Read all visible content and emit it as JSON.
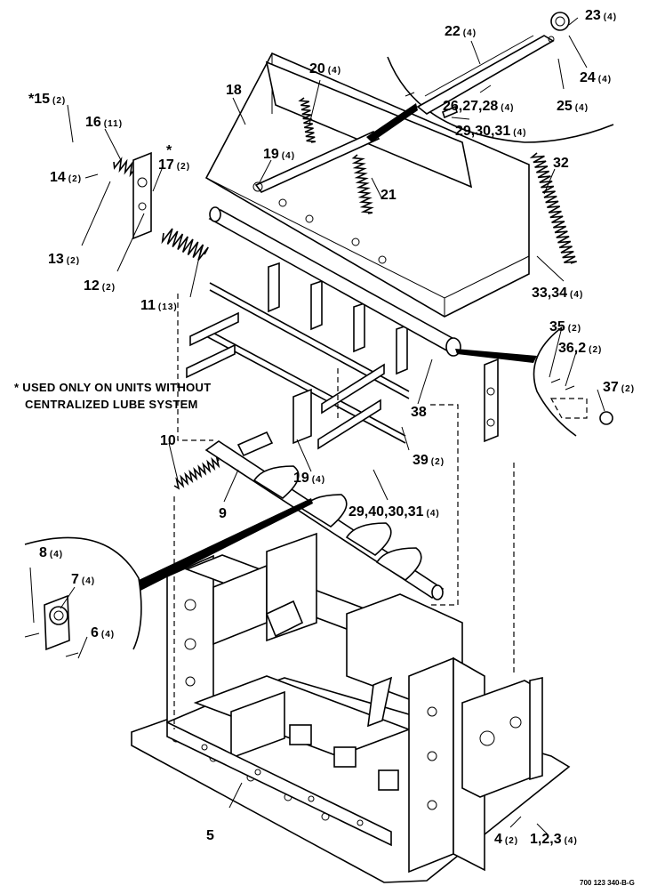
{
  "drawing_code": "700 123 340-B-G",
  "note": {
    "line1": "* USED ONLY ON UNITS WITHOUT",
    "line2": "CENTRALIZED LUBE SYSTEM"
  },
  "callouts": [
    {
      "id": "c1",
      "label": "*15",
      "qty": "(2)"
    },
    {
      "id": "c2",
      "label": "16",
      "qty": "(11)"
    },
    {
      "id": "c3",
      "label": "*",
      "qty": ""
    },
    {
      "id": "c4",
      "label": "17",
      "qty": "(2)"
    },
    {
      "id": "c5",
      "label": "14",
      "qty": "(2)"
    },
    {
      "id": "c6",
      "label": "13",
      "qty": "(2)"
    },
    {
      "id": "c7",
      "label": "12",
      "qty": "(2)"
    },
    {
      "id": "c8",
      "label": "11",
      "qty": "(13)"
    },
    {
      "id": "c9",
      "label": "18",
      "qty": ""
    },
    {
      "id": "c10",
      "label": "20",
      "qty": "(4)"
    },
    {
      "id": "c11",
      "label": "19",
      "qty": "(4)"
    },
    {
      "id": "c12",
      "label": "21",
      "qty": ""
    },
    {
      "id": "c13",
      "label": "22",
      "qty": "(4)"
    },
    {
      "id": "c14",
      "label": "23",
      "qty": "(4)"
    },
    {
      "id": "c15",
      "label": "24",
      "qty": "(4)"
    },
    {
      "id": "c16",
      "label": "25",
      "qty": "(4)"
    },
    {
      "id": "c17",
      "label": "26,27,28",
      "qty": "(4)"
    },
    {
      "id": "c18",
      "label": "29,30,31",
      "qty": "(4)"
    },
    {
      "id": "c19",
      "label": "32",
      "qty": ""
    },
    {
      "id": "c20",
      "label": "33,34",
      "qty": "(4)"
    },
    {
      "id": "c21",
      "label": "35",
      "qty": "(2)"
    },
    {
      "id": "c22",
      "label": "36,2",
      "qty": "(2)"
    },
    {
      "id": "c23",
      "label": "37",
      "qty": "(2)"
    },
    {
      "id": "c24",
      "label": "38",
      "qty": ""
    },
    {
      "id": "c25",
      "label": "39",
      "qty": "(2)"
    },
    {
      "id": "c26",
      "label": "10",
      "qty": ""
    },
    {
      "id": "c27",
      "label": "19",
      "qty": "(4)"
    },
    {
      "id": "c28",
      "label": "9",
      "qty": ""
    },
    {
      "id": "c29",
      "label": "29,40,30,31",
      "qty": "(4)"
    },
    {
      "id": "c30",
      "label": "8",
      "qty": "(4)"
    },
    {
      "id": "c31",
      "label": "7",
      "qty": "(4)"
    },
    {
      "id": "c32",
      "label": "6",
      "qty": "(4)"
    },
    {
      "id": "c33",
      "label": "5",
      "qty": ""
    },
    {
      "id": "c34",
      "label": "4",
      "qty": "(2)"
    },
    {
      "id": "c35",
      "label": "1,2,3",
      "qty": "(4)"
    }
  ]
}
